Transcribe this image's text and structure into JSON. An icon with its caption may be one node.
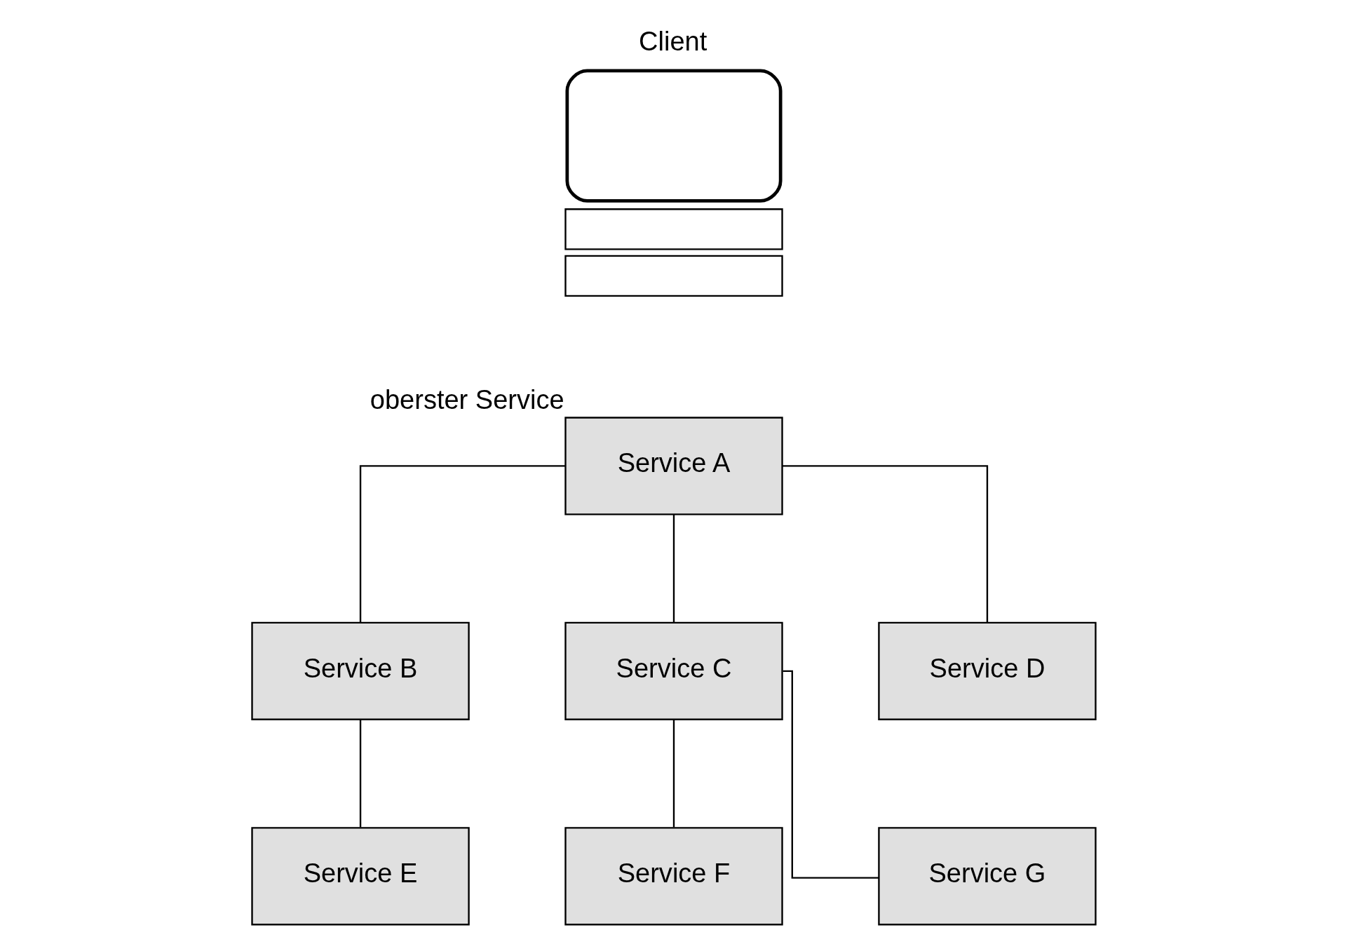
{
  "diagram": {
    "nodes": [
      {
        "text": [
          "Client"
        ]
      },
      {
        "text": [
          "Service A"
        ],
        "beside": [
          "oberster Service"
        ]
      },
      {
        "text": [
          "Service B"
        ]
      },
      {
        "text": [
          "Service C"
        ]
      },
      {
        "text": [
          "Service D"
        ]
      },
      {
        "text": [
          "Service E"
        ]
      },
      {
        "text": [
          "Service F"
        ]
      },
      {
        "text": [
          "Service G"
        ]
      }
    ],
    "edges": [
      {
        "from": 1,
        "to": 2,
        "arrow": "none"
      },
      {
        "from": 1,
        "to": 3,
        "arrow": "none"
      },
      {
        "from": 1,
        "to": 4,
        "arrow": "none"
      },
      {
        "from": 2,
        "to": 5,
        "arrow": "none"
      },
      {
        "from": 3,
        "to": 6,
        "arrow": "none"
      },
      {
        "from": 3,
        "to": 7,
        "arrow": "none"
      }
    ]
  }
}
